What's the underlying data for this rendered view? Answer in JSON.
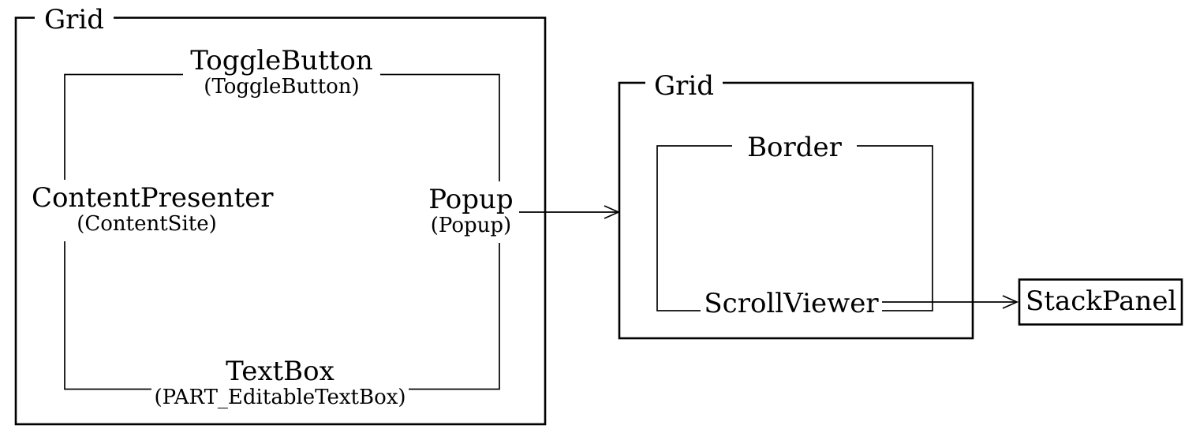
{
  "colors": {
    "background": "#ffffff",
    "line": "#000000",
    "text": "#000000"
  },
  "combobox_template": {
    "container_label": "Grid",
    "nodes": {
      "toggle_button": {
        "type": "ToggleButton",
        "part_name": "(ToggleButton)"
      },
      "content_presenter": {
        "type": "ContentPresenter",
        "part_name": "(ContentSite)"
      },
      "popup": {
        "type": "Popup",
        "part_name": "(Popup)"
      },
      "editable_textbox": {
        "type": "TextBox",
        "part_name": "(PART_EditableTextBox)"
      }
    }
  },
  "popup_subtree": {
    "container_label": "Grid",
    "nodes": {
      "border": {
        "type": "Border"
      },
      "scroll_viewer": {
        "type": "ScrollViewer"
      }
    }
  },
  "items_panel": {
    "type": "StackPanel"
  }
}
